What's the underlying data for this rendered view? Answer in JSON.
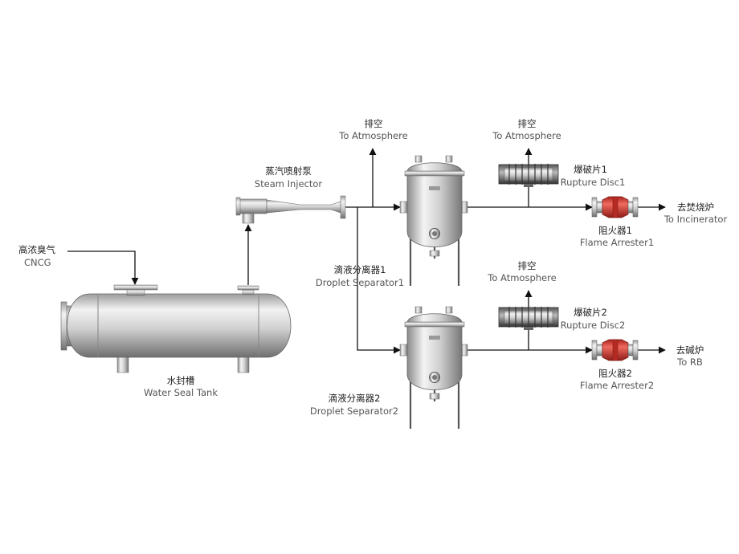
{
  "colors": {
    "pipe": "#111111",
    "arrester": "#d23a33",
    "vessel": "#c8c8c8",
    "text_zh": "#222222",
    "text_en": "#555555"
  },
  "labels": {
    "cncg": {
      "zh": "高浓臭气",
      "en": "CNCG"
    },
    "water_seal_tank": {
      "zh": "水封槽",
      "en": "Water Seal Tank"
    },
    "steam_injector": {
      "zh": "蒸汽喷射泵",
      "en": "Steam Injector"
    },
    "vent_1": {
      "zh": "排空",
      "en": "To Atmosphere"
    },
    "vent_2": {
      "zh": "排空",
      "en": "To Atmosphere"
    },
    "vent_3": {
      "zh": "排空",
      "en": "To Atmosphere"
    },
    "separator_1": {
      "zh": "滴液分离器1",
      "en": "Droplet Separator1"
    },
    "separator_2": {
      "zh": "滴液分离器2",
      "en": "Droplet Separator2"
    },
    "rupture_disc_1": {
      "zh": "爆破片1",
      "en": "Rupture Disc1"
    },
    "rupture_disc_2": {
      "zh": "爆破片2",
      "en": "Rupture Disc2"
    },
    "flame_arrester_1": {
      "zh": "阻火器1",
      "en": "Flame Arrester1"
    },
    "flame_arrester_2": {
      "zh": "阻火器2",
      "en": "Flame Arrester2"
    },
    "incinerator": {
      "zh": "去焚烧炉",
      "en": "To Incinerator"
    },
    "rb": {
      "zh": "去碱炉",
      "en": "To RB"
    }
  }
}
